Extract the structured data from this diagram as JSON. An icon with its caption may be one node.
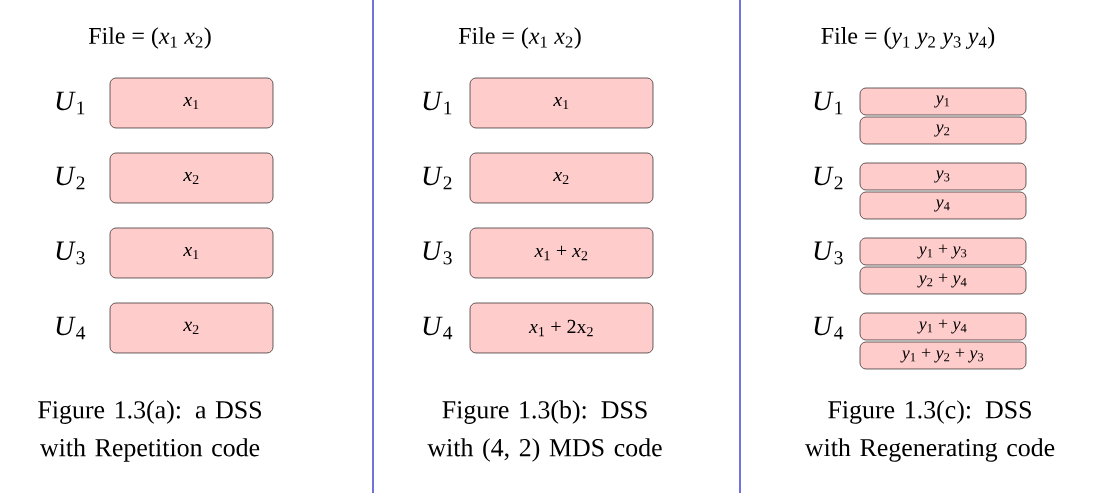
{
  "diagram": {
    "nodes": [
      {
        "text": [
          "*x*$_{1}$"
        ]
      },
      {
        "text": [
          "*x*$_{2}$"
        ]
      },
      {
        "text": [
          "*x*$_{1}$"
        ]
      },
      {
        "text": [
          "*x*$_{2}$"
        ]
      },
      {
        "text": [
          "*x*$_{1}$"
        ]
      },
      {
        "text": [
          "*x*$_{2}$"
        ]
      },
      {
        "text": [
          "*x*$_{1}$ + *x*$_{2}$"
        ]
      },
      {
        "text": [
          "*x*$_{1}$ + 2x$_{2}$"
        ]
      },
      {
        "text": [
          "*y*$_{1}$"
        ]
      },
      {
        "text": [
          "*y*$_{2}$"
        ]
      },
      {
        "text": [
          "*y*$_{3}$"
        ]
      },
      {
        "text": [
          "*y*$_{4}$"
        ]
      },
      {
        "text": [
          "*y*$_{1}$ + *y*$_{3}$"
        ]
      },
      {
        "text": [
          "*y*$_{2}$ + *y*$_{4}$"
        ]
      },
      {
        "text": [
          "*y*$_{1}$ + *y*$_{4}$"
        ]
      },
      {
        "text": [
          "*y*$_{1}$ + *y*$_{2}$ + *y*$_{3}$"
        ]
      }
    ],
    "labels": [
      "File = (*x*$_{1}$ *x*$_{2}$)",
      "*U*$_{1}$",
      "*U*$_{2}$",
      "*U*$_{3}$",
      "*U*$_{4}$",
      "Figure 1.3(a): a DSS with Repetition code",
      "File = (*x*$_{1}$ *x*$_{2}$)",
      "*U*$_{1}$",
      "*U*$_{2}$",
      "*U*$_{3}$",
      "*U*$_{4}$",
      "Figure 1.3(b): DSS with (4, 2) MDS code",
      "File = (*y*$_{1}$ *y*$_{2}$ *y*$_{3}$ *y*$_{4}$)",
      "*U*$_{1}$",
      "*U*$_{2}$",
      "*U*$_{3}$",
      "*U*$_{4}$",
      "Figure 1.3(c): DSS with Regenerating code"
    ]
  }
}
